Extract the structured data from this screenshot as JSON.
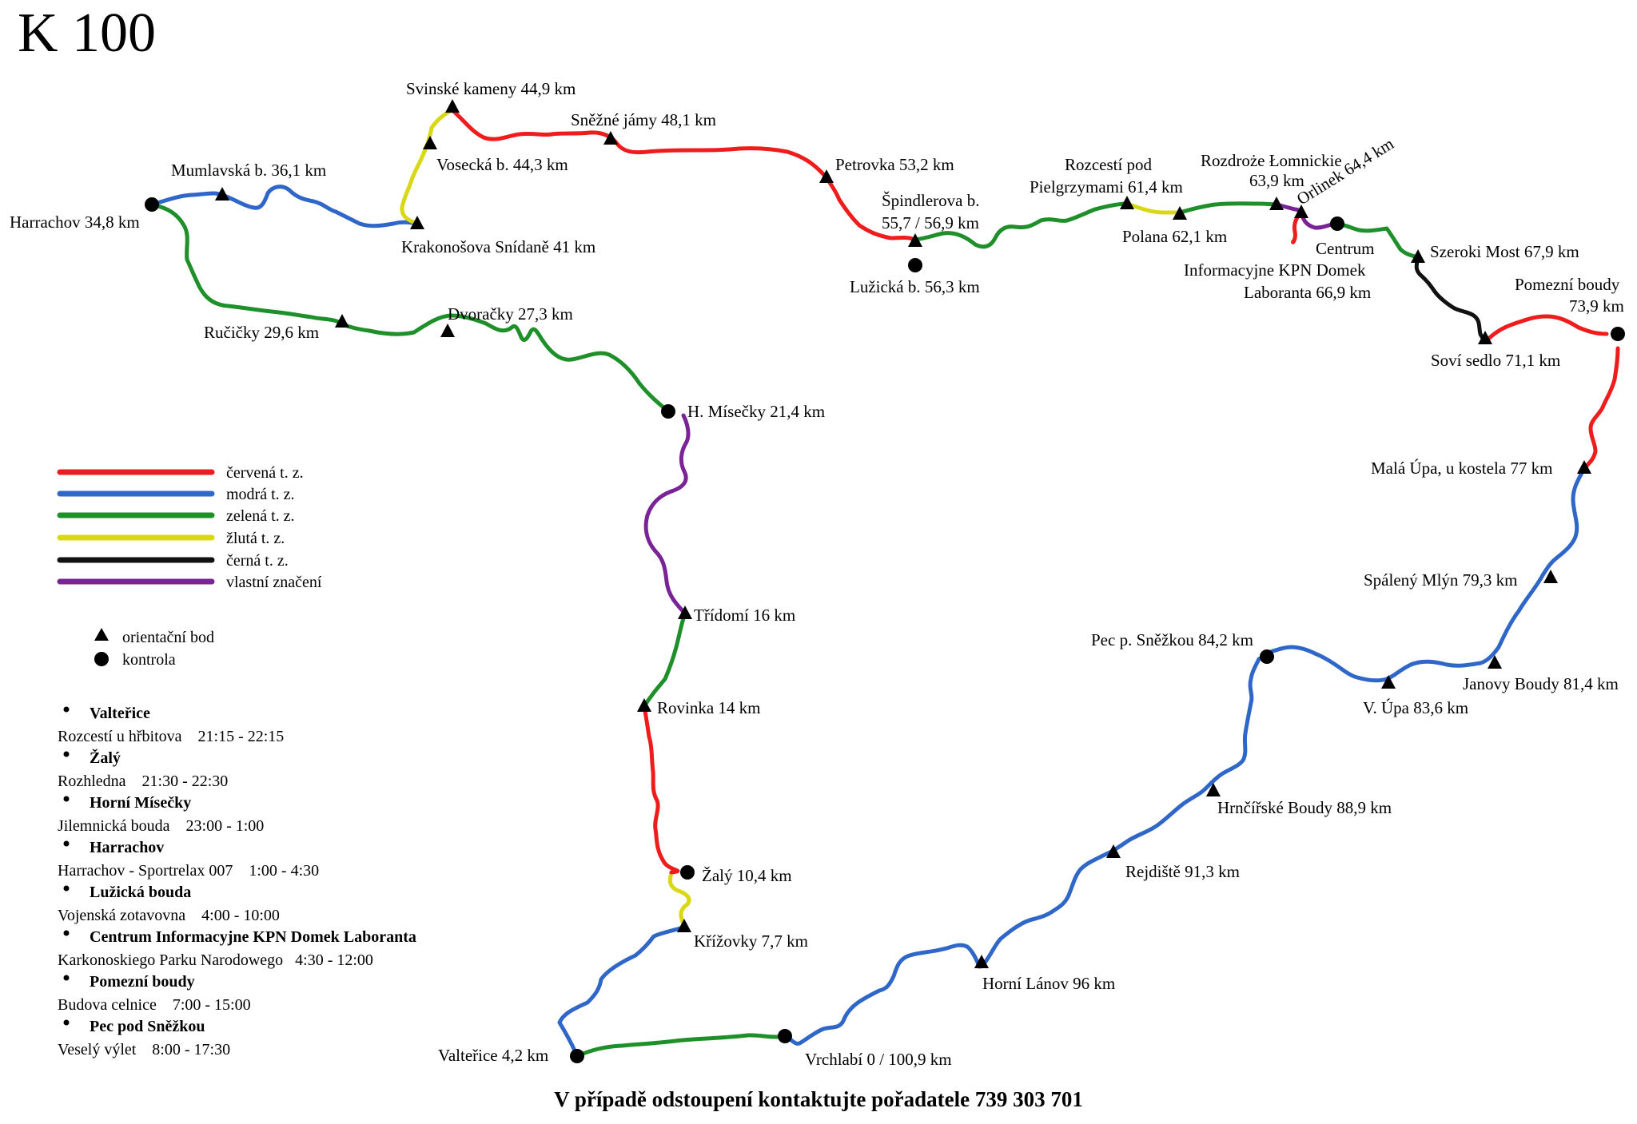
{
  "title": "K 100",
  "footer": "V případě odstoupení kontaktujte pořadatele 739 303 701",
  "colors": {
    "red": "#ee1c1c",
    "blue": "#2f67c9",
    "green": "#1f8f2a",
    "yellow": "#d8d814",
    "black": "#111111",
    "purple": "#7a2396"
  },
  "legend": {
    "lines": [
      {
        "label": "červená t. z.",
        "color": "red"
      },
      {
        "label": "modrá t. z.",
        "color": "blue"
      },
      {
        "label": "zelená t. z.",
        "color": "green"
      },
      {
        "label": "žlutá t. z.",
        "color": "yellow"
      },
      {
        "label": "černá t. z.",
        "color": "black"
      },
      {
        "label": "vlastní značení",
        "color": "purple"
      }
    ],
    "symbols": [
      {
        "label": "orientační bod",
        "symbol": "triangle"
      },
      {
        "label": "kontrola",
        "symbol": "circle"
      }
    ]
  },
  "places": [
    {
      "id": "vrchlabi",
      "label": "Vrchlabí 0 / 100,9 km",
      "type": "circle"
    },
    {
      "id": "valterice",
      "label": "Valteřice 4,2 km",
      "type": "circle"
    },
    {
      "id": "krizovky",
      "label": "Křížovky 7,7 km",
      "type": "triangle"
    },
    {
      "id": "zaly",
      "label": "Žalý 10,4 km",
      "type": "circle"
    },
    {
      "id": "rovinka",
      "label": "Rovinka 14 km",
      "type": "triangle"
    },
    {
      "id": "tridomi",
      "label": "Třídomí 16 km",
      "type": "triangle"
    },
    {
      "id": "misecky",
      "label": "H. Mísečky 21,4 km",
      "type": "circle"
    },
    {
      "id": "dvoracky",
      "label": "Dvoračky 27,3 km",
      "type": "triangle"
    },
    {
      "id": "rucicky",
      "label": "Ručičky 29,6 km",
      "type": "triangle"
    },
    {
      "id": "harrachov",
      "label": "Harrachov 34,8 km",
      "type": "circle"
    },
    {
      "id": "mumlavska",
      "label": "Mumlavská b. 36,1 km",
      "type": "triangle"
    },
    {
      "id": "krakonosova",
      "label": "Krakonošova Snídaně 41 km",
      "type": "triangle"
    },
    {
      "id": "vosecka",
      "label": "Vosecká b. 44,3 km",
      "type": "triangle"
    },
    {
      "id": "svinske",
      "label": "Svinské kameny 44,9 km",
      "type": "triangle"
    },
    {
      "id": "snezne",
      "label": "Sněžné jámy 48,1 km",
      "type": "triangle"
    },
    {
      "id": "petrovka",
      "label": "Petrovka 53,2 km",
      "type": "triangle"
    },
    {
      "id": "spindlerova",
      "label": "Špindlerova b.",
      "label2": "55,7 / 56,9 km",
      "type": "triangle"
    },
    {
      "id": "luzicka",
      "label": "Lužická b. 56,3 km",
      "type": "circle"
    },
    {
      "id": "rozcesti",
      "label": "Rozcestí pod",
      "label2": "Pielgrzymami 61,4 km",
      "type": "triangle"
    },
    {
      "id": "polana",
      "label": "Polana 62,1 km",
      "type": "triangle"
    },
    {
      "id": "rozdroze",
      "label": "Rozdroże Łomnickie",
      "label2": "63,9 km",
      "type": "triangle"
    },
    {
      "id": "orlinek",
      "label": "Orlinek 64,4 km",
      "type": "triangle"
    },
    {
      "id": "centrum",
      "label": "Centrum",
      "label2": "Informacyjne KPN Domek",
      "label3": "Laboranta 66,9 km",
      "type": "circle"
    },
    {
      "id": "szeroki",
      "label": "Szeroki Most 67,9 km",
      "type": "triangle"
    },
    {
      "id": "sovi",
      "label": "Soví sedlo 71,1 km",
      "type": "triangle"
    },
    {
      "id": "pomezni",
      "label": "Pomezní boudy",
      "label2": "73,9 km",
      "type": "circle"
    },
    {
      "id": "mala_upa",
      "label": "Malá Úpa, u kostela 77 km",
      "type": "triangle"
    },
    {
      "id": "spaleny",
      "label": "Spálený Mlýn 79,3 km",
      "type": "triangle"
    },
    {
      "id": "janovy",
      "label": "Janovy Boudy 81,4 km",
      "type": "triangle"
    },
    {
      "id": "v_upa",
      "label": "V. Úpa 83,6 km",
      "type": "triangle"
    },
    {
      "id": "pec",
      "label": "Pec p. Sněžkou 84,2 km",
      "type": "circle"
    },
    {
      "id": "hrncirske",
      "label": "Hrnčířské Boudy 88,9 km",
      "type": "triangle"
    },
    {
      "id": "rejdiste",
      "label": "Rejdiště 91,3 km",
      "type": "triangle"
    },
    {
      "id": "horni_lanov",
      "label": "Horní Lánov 96 km",
      "type": "triangle"
    }
  ],
  "segments": [
    {
      "from": "vrchlabi",
      "to": "valterice",
      "color": "green"
    },
    {
      "from": "valterice",
      "to": "krizovky",
      "color": "blue"
    },
    {
      "from": "krizovky",
      "to": "zaly",
      "color": "yellow"
    },
    {
      "from": "zaly",
      "to": "rovinka",
      "color": "red"
    },
    {
      "from": "rovinka",
      "to": "tridomi",
      "color": "green"
    },
    {
      "from": "tridomi",
      "to": "misecky",
      "color": "purple"
    },
    {
      "from": "misecky",
      "to": "harrachov",
      "color": "green"
    },
    {
      "from": "harrachov",
      "to": "krakonosova",
      "color": "blue"
    },
    {
      "from": "krakonosova",
      "to": "svinske",
      "color": "yellow"
    },
    {
      "from": "svinske",
      "to": "spindlerova",
      "color": "red"
    },
    {
      "from": "spindlerova",
      "to": "rozcesti",
      "color": "green"
    },
    {
      "from": "rozcesti",
      "to": "polana",
      "color": "yellow"
    },
    {
      "from": "polana",
      "to": "rozdroze",
      "color": "green"
    },
    {
      "from": "rozdroze",
      "to": "orlinek",
      "color": "purple"
    },
    {
      "from": "orlinek",
      "to": "orlinek_loop",
      "color": "red"
    },
    {
      "from": "orlinek",
      "to": "centrum",
      "color": "purple"
    },
    {
      "from": "centrum",
      "to": "szeroki",
      "color": "green"
    },
    {
      "from": "szeroki",
      "to": "sovi",
      "color": "black"
    },
    {
      "from": "sovi",
      "to": "pomezni",
      "color": "red"
    },
    {
      "from": "pomezni",
      "to": "mala_upa",
      "color": "red"
    },
    {
      "from": "mala_upa",
      "to": "pec",
      "color": "blue"
    },
    {
      "from": "pec",
      "to": "horni_lanov",
      "color": "blue"
    },
    {
      "from": "horni_lanov",
      "to": "vrchlabi",
      "color": "blue"
    }
  ],
  "schedule": [
    {
      "name": "Valteřice",
      "info": "Rozcestí u hřbitova    21:15 - 22:15"
    },
    {
      "name": "Žalý",
      "info": "Rozhledna    21:30 - 22:30"
    },
    {
      "name": "Horní Mísečky",
      "info": "Jilemnická bouda    23:00 - 1:00"
    },
    {
      "name": "Harrachov",
      "info": "Harrachov - Sportrelax 007    1:00 - 4:30"
    },
    {
      "name": "Lužická bouda",
      "info": "Vojenská zotavovna    4:00 - 10:00"
    },
    {
      "name": "Centrum Informacyjne KPN Domek Laboranta",
      "info": "Karkonoskiego Parku Narodowego   4:30 - 12:00"
    },
    {
      "name": "Pomezní boudy",
      "info": "Budova celnice    7:00 - 15:00"
    },
    {
      "name": "Pec pod Sněžkou",
      "info": "Veselý výlet    8:00 - 17:30"
    }
  ]
}
